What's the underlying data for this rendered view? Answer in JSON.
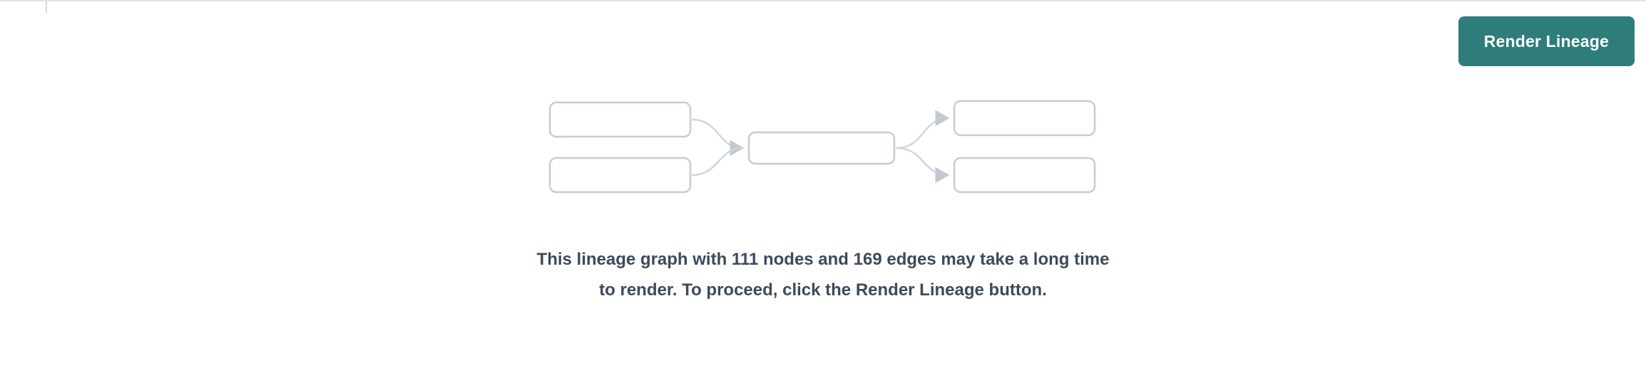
{
  "toolbar": {
    "render_lineage_button": {
      "label": "Render Lineage",
      "background": "#2e7d7b",
      "text_color": "#ffffff"
    }
  },
  "placeholder": {
    "icon": "lineage-graph-icon",
    "message": "This lineage graph with 111 nodes and 169 edges may take a long time to render. To proceed, click the Render Lineage button.",
    "node_count": "111",
    "edge_count": "169"
  },
  "colors": {
    "panel_background": "#ffffff",
    "top_border": "#e2e5ea",
    "graph_box_stroke": "#c6ccd6",
    "graph_arrow_stroke": "#d0d5dc",
    "message_text": "#3d4a5c"
  }
}
